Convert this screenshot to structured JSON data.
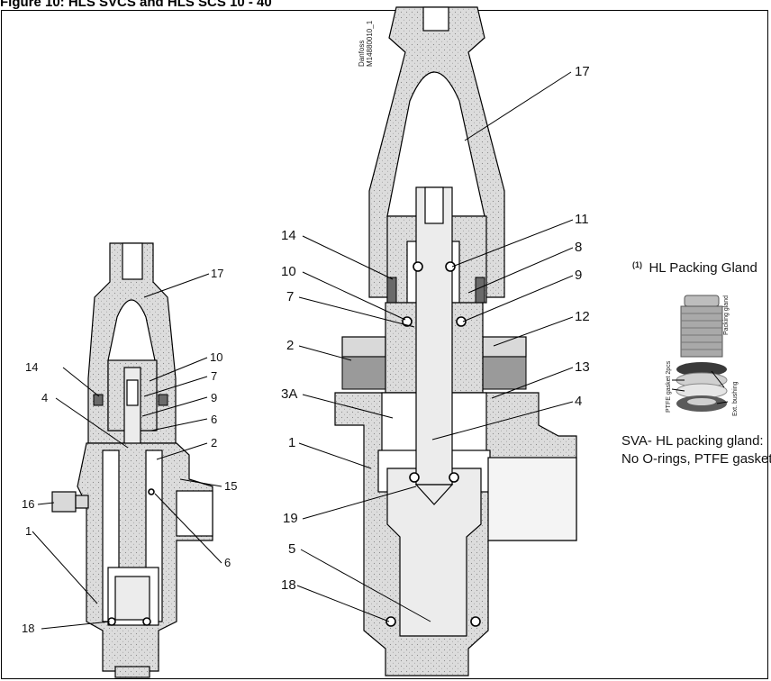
{
  "figure": {
    "caption": "Figure 10: HLS SVCS and HLS SCS 10 - 40",
    "watermark_line1": "Danfoss",
    "watermark_line2": "M14880010_1"
  },
  "left_labels": {
    "l17": "17",
    "l10": "10",
    "l14": "14",
    "l7": "7",
    "l4": "4",
    "l9": "9",
    "l6a": "6",
    "l2": "2",
    "l16": "16",
    "l15": "15",
    "l1": "1",
    "l6b": "6",
    "l18": "18"
  },
  "center_labels": {
    "c17": "17",
    "c14": "14",
    "c11": "11",
    "c8": "8",
    "c10": "10",
    "c9": "9",
    "c7": "7",
    "c12": "12",
    "c2": "2",
    "c13": "13",
    "c3a": "3A",
    "c4": "4",
    "c1": "1",
    "c19": "19",
    "c5": "5",
    "c18": "18"
  },
  "gland": {
    "title_sup": "(1)",
    "title": "HL Packing Gland",
    "packing_gland_label": "Packing gland",
    "ptfe_label": "PTFE gasket 2pcs",
    "bushing_label": "Ext. bushing",
    "note_line1": "SVA- HL packing gland:",
    "note_line2": "No O-rings, PTFE gaskets"
  },
  "colors": {
    "body_fill": "#d9d9d9",
    "line": "#000000"
  }
}
